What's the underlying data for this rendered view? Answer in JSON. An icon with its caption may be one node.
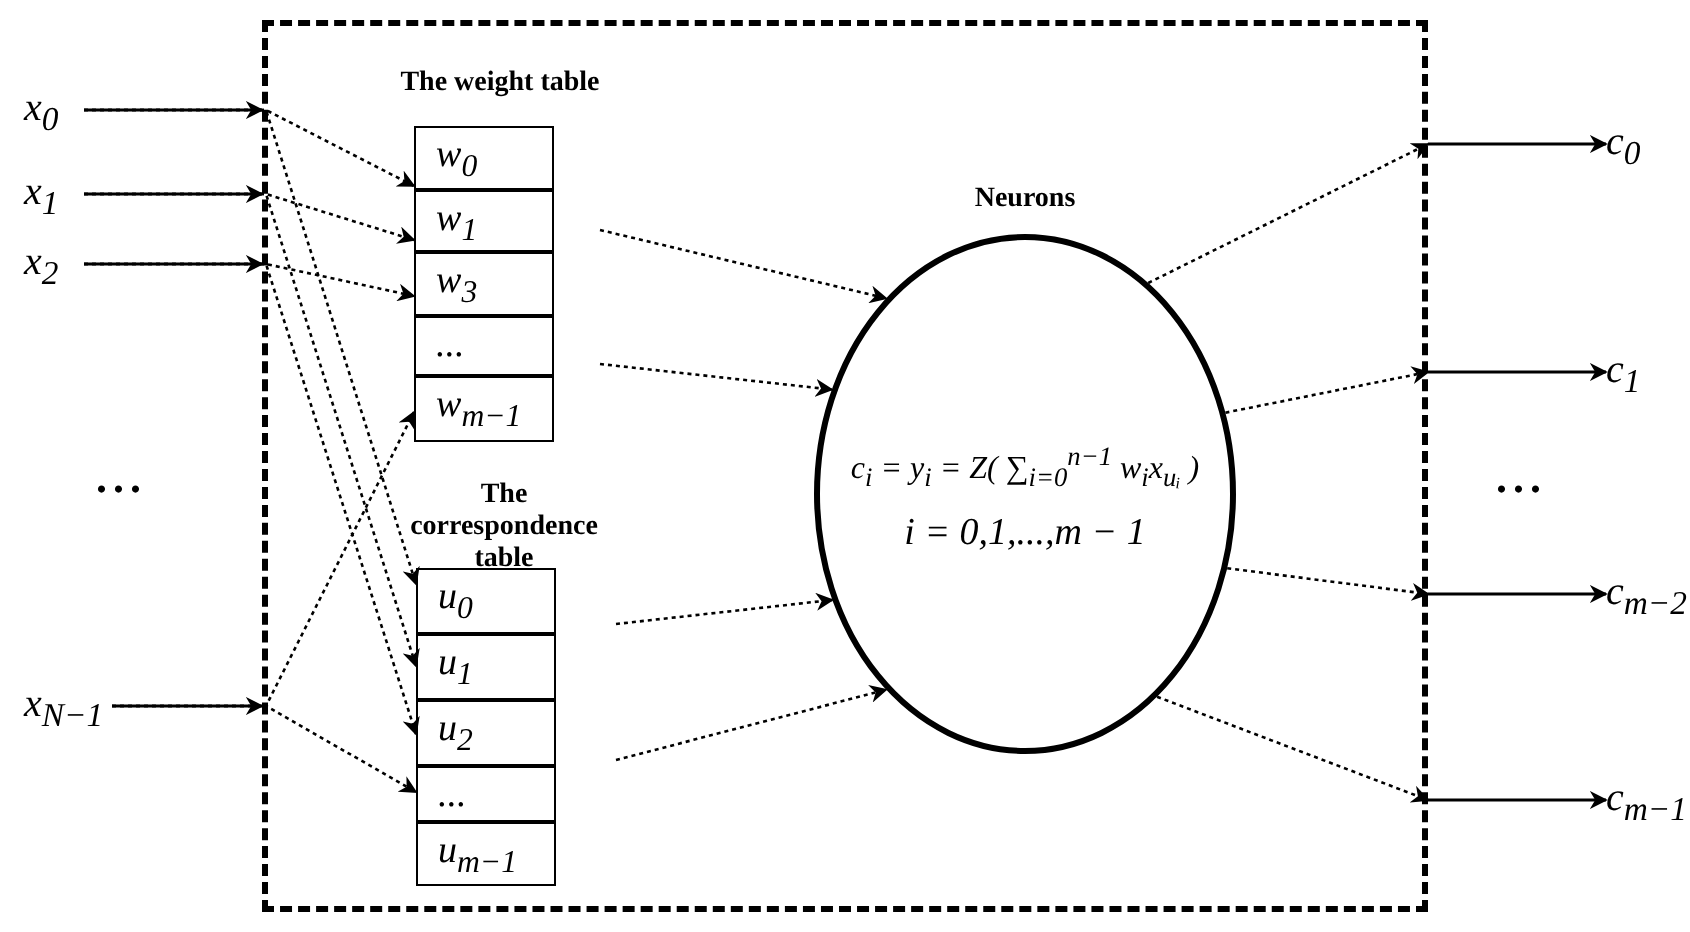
{
  "diagram": {
    "nodes": [
      {
        "text": [],
        "shape": "box"
      },
      {
        "text": [
          "The weight table"
        ],
        "in": 0
      },
      {
        "text": [
          "w$_{0}$"
        ],
        "in": 1
      },
      {
        "text": [
          "w$_{1}$"
        ],
        "in": 1
      },
      {
        "text": [
          "w$_{3}$"
        ],
        "in": 1
      },
      {
        "text": [
          "..."
        ],
        "in": 1
      },
      {
        "text": [
          "w$_{m−1}$"
        ],
        "in": 1
      },
      {
        "text": [
          "The correspondence table"
        ],
        "in": 0
      },
      {
        "text": [
          "u$_{0}$"
        ],
        "in": 7
      },
      {
        "text": [
          "u$_{1}$"
        ],
        "in": 7
      },
      {
        "text": [
          "u$_{2}$"
        ],
        "in": 7
      },
      {
        "text": [
          "..."
        ],
        "in": 7
      },
      {
        "text": [
          "u$_{m−1}$"
        ],
        "in": 7
      },
      {
        "text": [
          "Neurons",
          "c$_{i}$ = y$_{i}$ = Z( ∑$_{i=0}$$^{n−1}$ w$_{i}$x$_{uᵢ}$ )",
          "i = 0,1,...,m − 1"
        ],
        "in": 0
      },
      {
        "text": [
          "x$_{0}$"
        ]
      },
      {
        "text": [
          "x$_{1}$"
        ]
      },
      {
        "text": [
          "x$_{2}$"
        ]
      },
      {
        "text": [
          "x$_{N−1}$"
        ]
      },
      {
        "text": [
          "c$_{0}$"
        ]
      },
      {
        "text": [
          "c$_{1}$"
        ]
      },
      {
        "text": [
          "c$_{m−2}$"
        ]
      },
      {
        "text": [
          "c$_{m−1}$"
        ]
      }
    ],
    "edges": [
      {
        "from": 14,
        "to": 0,
        "arrow": "to"
      },
      {
        "from": 15,
        "to": 0,
        "arrow": "to"
      },
      {
        "from": 16,
        "to": 0,
        "arrow": "to"
      },
      {
        "from": 17,
        "to": 0,
        "arrow": "to"
      },
      {
        "from": 14,
        "to": 2,
        "arrow": "to",
        "style": "dashed"
      },
      {
        "from": 14,
        "to": 8,
        "arrow": "to",
        "style": "dashed"
      },
      {
        "from": 15,
        "to": 3,
        "arrow": "to",
        "style": "dashed"
      },
      {
        "from": 15,
        "to": 9,
        "arrow": "to",
        "style": "dashed"
      },
      {
        "from": 16,
        "to": 4,
        "arrow": "to",
        "style": "dashed"
      },
      {
        "from": 16,
        "to": 10,
        "arrow": "to",
        "style": "dashed"
      },
      {
        "from": 17,
        "to": 6,
        "arrow": "to",
        "style": "dashed"
      },
      {
        "from": 17,
        "to": 11,
        "arrow": "to",
        "style": "dashed"
      },
      {
        "from": 1,
        "to": 13,
        "arrow": "to",
        "style": "dashed"
      },
      {
        "from": 1,
        "to": 13,
        "arrow": "to",
        "style": "dashed"
      },
      {
        "from": 7,
        "to": 13,
        "arrow": "to",
        "style": "dashed"
      },
      {
        "from": 7,
        "to": 13,
        "arrow": "to",
        "style": "dashed"
      },
      {
        "from": 13,
        "to": 0,
        "arrow": "to",
        "style": "dashed"
      },
      {
        "from": 13,
        "to": 0,
        "arrow": "to",
        "style": "dashed"
      },
      {
        "from": 13,
        "to": 0,
        "arrow": "to",
        "style": "dashed"
      },
      {
        "from": 13,
        "to": 0,
        "arrow": "to",
        "style": "dashed"
      },
      {
        "from": 0,
        "to": 18,
        "arrow": "to"
      },
      {
        "from": 0,
        "to": 19,
        "arrow": "to"
      },
      {
        "from": 0,
        "to": 20,
        "arrow": "to"
      },
      {
        "from": 0,
        "to": 21,
        "arrow": "to"
      }
    ],
    "labels": [
      "...",
      "..."
    ]
  }
}
